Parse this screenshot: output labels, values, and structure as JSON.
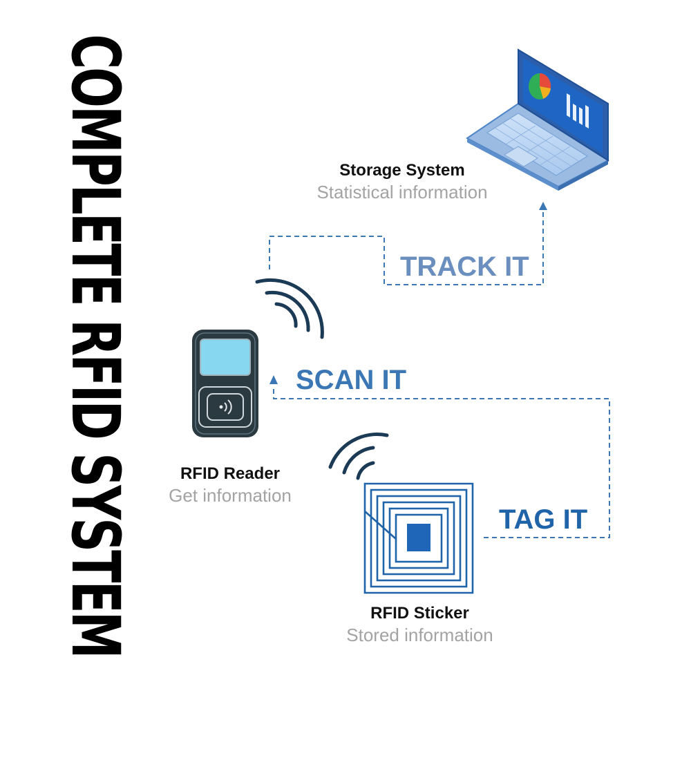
{
  "title": "COMPLETE RFID SYSTEM",
  "nodes": {
    "storage": {
      "name": "Storage System",
      "description": "Statistical information"
    },
    "reader": {
      "name": "RFID Reader",
      "description": "Get information"
    },
    "sticker": {
      "name": "RFID Sticker",
      "description": "Stored information"
    }
  },
  "steps": {
    "track": "TRACK IT",
    "scan": "SCAN IT",
    "tag": "TAG IT"
  },
  "colors": {
    "accent_dark": "#1f63a8",
    "accent_light": "#6a8fbf",
    "dashed_line": "#3b76b5",
    "reader_body": "#2b3a40",
    "reader_screen": "#86d7ef",
    "muted_text": "#a3a3a3"
  }
}
